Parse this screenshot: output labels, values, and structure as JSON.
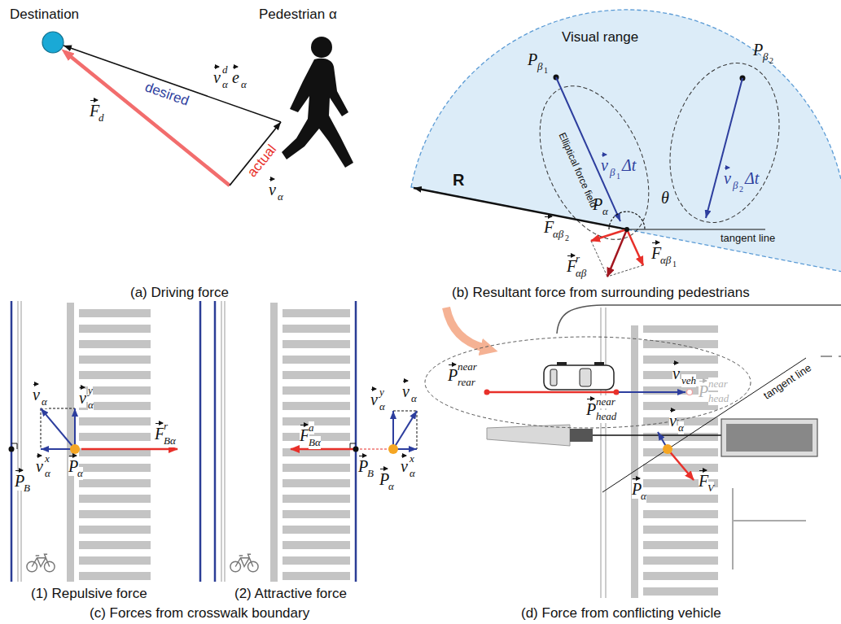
{
  "diagram": {
    "labels": [
      "Destination",
      "Pedestrian α",
      "v",
      "α",
      "d",
      "e",
      "α",
      "desired",
      "F",
      "d",
      "actual",
      "v",
      "α",
      "(a) Driving force",
      "Visual range",
      "Elliptical force field",
      "P",
      "β",
      "1",
      "P",
      "β",
      "2",
      "v",
      "β",
      "1",
      "Δt",
      "v",
      "β",
      "2",
      "Δt",
      "R",
      "θ",
      "P",
      "α",
      "tangent line",
      "F",
      "αβ",
      "2",
      "F",
      "αβ",
      "r",
      "F",
      "αβ",
      "1",
      "(b) Resultant force from surrounding pedestrians",
      "v",
      "α",
      "v",
      "α",
      "y",
      "v",
      "α",
      "x",
      "P",
      "B",
      "P",
      "α",
      "F",
      "Bα",
      "r",
      "(1) Repulsive force",
      "v",
      "α",
      "v",
      "α",
      "y",
      "v",
      "α",
      "x",
      "P",
      "B",
      "P",
      "α",
      "F",
      "Bα",
      "a",
      "(2) Attractive force",
      "(c) Forces from crosswalk boundary",
      "P",
      "rear",
      "near",
      "v",
      "veh",
      "P",
      "head",
      "near",
      "P",
      "head",
      "near",
      "tangent line",
      "v",
      "α",
      "P",
      "α",
      "F",
      "V",
      "(d) Force from conflicting vehicle"
    ]
  }
}
